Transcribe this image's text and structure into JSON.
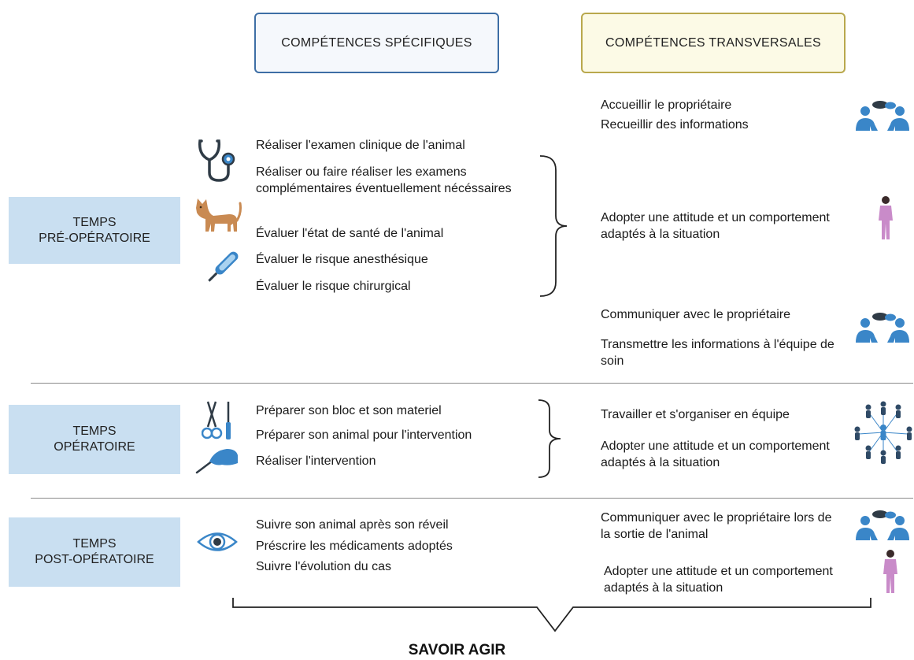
{
  "headers": {
    "specific": "COMPÉTENCES SPÉCIFIQUES",
    "transversal": "COMPÉTENCES TRANSVERSALES"
  },
  "phases": {
    "pre": {
      "line1": "TEMPS",
      "line2": "PRÉ-OPÉRATOIRE"
    },
    "op": {
      "line1": "TEMPS",
      "line2": "OPÉRATOIRE"
    },
    "post": {
      "line1": "TEMPS",
      "line2": "POST-OPÉRATOIRE"
    }
  },
  "pre_specific": [
    "Réaliser l'examen clinique de l'animal",
    "Réaliser ou faire réaliser les examens complémentaires éventuellement nécéssaires",
    "Évaluer l'état de santé de l'animal",
    "Évaluer le risque anesthésique",
    "Évaluer le risque chirurgical"
  ],
  "pre_transversal": {
    "greet": "Accueillir le propriétaire",
    "collect": "Recueillir des informations",
    "attitude": "Adopter une attitude et un comportement adaptés à la situation",
    "communicate": "Communiquer avec le propriétaire",
    "transmit": "Transmettre les informations à l'équipe de soin"
  },
  "op_specific": [
    "Préparer son bloc et son materiel",
    "Préparer son animal pour l'intervention",
    "Réaliser l'intervention"
  ],
  "op_transversal": {
    "team": "Travailler et s'organiser en équipe",
    "attitude": "Adopter une attitude et un comportement adaptés à la situation"
  },
  "post_specific": [
    "Suivre son animal après son réveil",
    "Préscrire les médicaments adoptés",
    "Suivre l'évolution du cas"
  ],
  "post_transversal": {
    "communicate": "Communiquer avec le propriétaire lors de la sortie de l'animal",
    "attitude": "Adopter une attitude et un comportement adaptés à la situation"
  },
  "footer": "SAVOIR AGIR",
  "icons": {
    "stethoscope": "stethoscope-icon",
    "cat": "cat-icon",
    "thermometer": "thermometer-icon",
    "instruments": "surgical-instruments-icon",
    "scalpel": "scalpel-hand-icon",
    "eye": "eye-icon",
    "conversation": "conversation-icon",
    "person": "vet-person-icon",
    "team": "team-network-icon"
  },
  "colors": {
    "specific_border": "#3d6ea5",
    "transversal_border": "#b9a84d",
    "phase_fill": "#c9dff1",
    "icon_blue": "#3a86c8"
  }
}
